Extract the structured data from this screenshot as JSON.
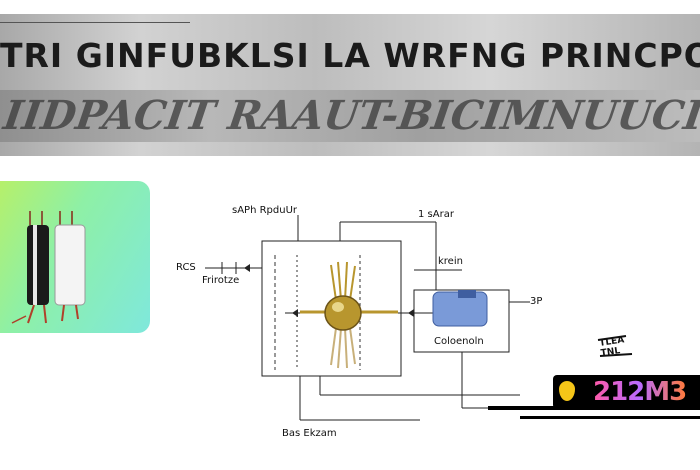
{
  "banner": {
    "title": "TRI GINFUBKLSI LA WRFNG PRINCPOLE",
    "subtitle": "IIDPACIT RAAUT-BICIMNUUCI"
  },
  "diagram": {
    "labels": {
      "top_left": "sAPh RpduUr",
      "top_right": "1 sArar",
      "left_a": "RCS",
      "left_b": "Frirotze",
      "right_top": "krein",
      "right_value": "3P",
      "right_box_label": "Coloenoln",
      "bottom": "Bas Ekzam",
      "stamp": "TLEA TNL"
    }
  },
  "sticker": {
    "text": "212M3"
  },
  "colors": {
    "card_gradient_start": "#b6f06a",
    "card_gradient_end": "#7fe8dc",
    "gold": "#b8962e",
    "blue_block": "#7a9ad8"
  }
}
